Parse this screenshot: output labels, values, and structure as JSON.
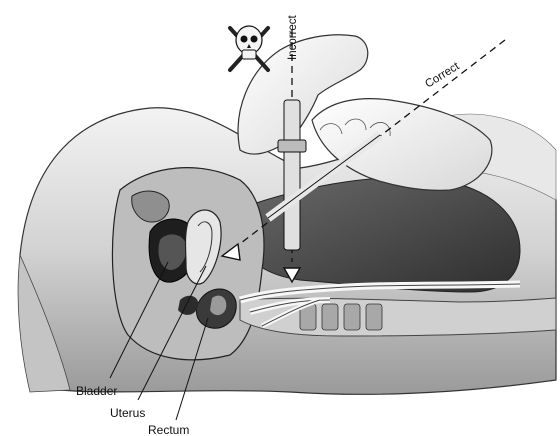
{
  "figure": {
    "labels": {
      "incorrect": "Incorrect",
      "correct": "Correct",
      "bladder": "Bladder",
      "uterus": "Uterus",
      "rectum": "Rectum"
    },
    "icons": {
      "danger": "skull-crossbones-icon"
    },
    "colors": {
      "ink": "#111111",
      "skin": "#d9d9d9",
      "cavity": "#4a4a4a",
      "glove": "#f2f2f2"
    }
  }
}
